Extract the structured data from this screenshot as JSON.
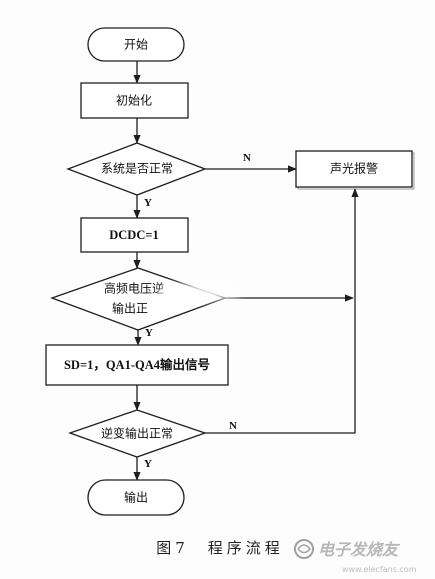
{
  "flowchart": {
    "nodes": {
      "start": "开始",
      "init": "初始化",
      "check_system": "系统是否正常",
      "alarm": "声光报警",
      "dcdc": "DCDC=1",
      "check_hf_line1": "高频电压逆",
      "check_hf_line2": "输出正",
      "sd_signal": "SD=1，QA1-QA4输出信号",
      "check_inverter": "逆变输出正常",
      "output": "输出"
    },
    "edge_labels": {
      "system_no": "N",
      "system_yes": "Y",
      "hf_yes": "Y",
      "inverter_no": "N",
      "inverter_yes": "Y"
    }
  },
  "caption": "图7　程序流程",
  "watermark": {
    "name": "电子发烧友",
    "url": "www.elecfans.com"
  },
  "colors": {
    "line": "#1e1e1e",
    "background": "#fdfdfd",
    "watermark": "#8a8a8a"
  }
}
